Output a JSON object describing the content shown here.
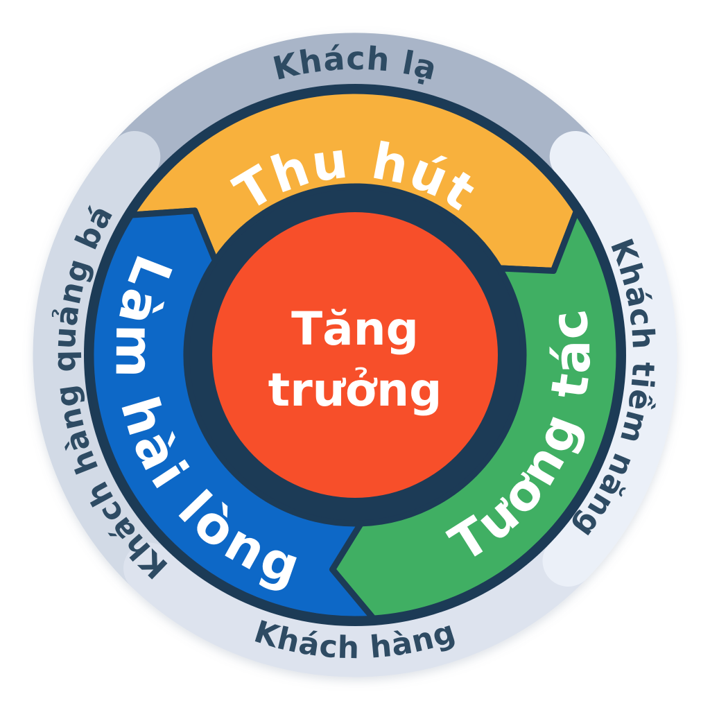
{
  "diagram": {
    "type": "flywheel",
    "background": "#ffffff",
    "outline_color": "#1F3A56"
  },
  "center": {
    "line1": "Tăng",
    "line2": "trưởng",
    "color": "#F7502B",
    "text_color": "#FFFFFF"
  },
  "segments": [
    {
      "id": "attract",
      "label": "Thu hút",
      "color": "#F8B13C",
      "position": "top"
    },
    {
      "id": "engage",
      "label": "Tương tác",
      "color": "#3FAF63",
      "position": "right"
    },
    {
      "id": "delight",
      "label": "Làm hài lòng",
      "color": "#1168C7",
      "position": "left"
    }
  ],
  "ring": {
    "text_color": "#2D4B63",
    "arcs": [
      {
        "id": "strangers",
        "label": "Khách lạ",
        "color": "#A9B5C8",
        "position": "top"
      },
      {
        "id": "prospects",
        "label": "Khách tiềm năng",
        "color": "#EBF0F8",
        "position": "right"
      },
      {
        "id": "customers",
        "label": "Khách hàng",
        "color": "#DDE3EE",
        "position": "bottom"
      },
      {
        "id": "promoters",
        "label": "Khách hàng quảng bá",
        "color": "#D2DAE6",
        "position": "left"
      }
    ]
  }
}
